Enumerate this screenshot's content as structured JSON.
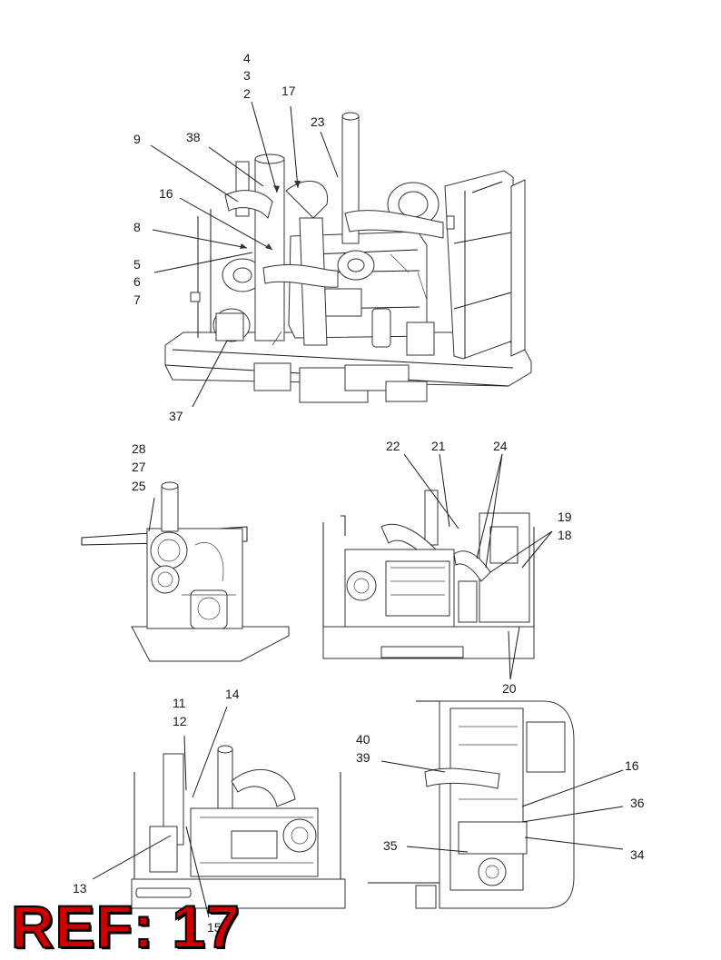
{
  "reference": {
    "text": "REF: 17",
    "color": "#cc0000"
  },
  "callouts": [
    {
      "id": "c4",
      "text": "4"
    },
    {
      "id": "c3",
      "text": "3"
    },
    {
      "id": "c2",
      "text": "2"
    },
    {
      "id": "c17",
      "text": "17"
    },
    {
      "id": "c23",
      "text": "23"
    },
    {
      "id": "c9",
      "text": "9"
    },
    {
      "id": "c38",
      "text": "38"
    },
    {
      "id": "c16a",
      "text": "16"
    },
    {
      "id": "c8",
      "text": "8"
    },
    {
      "id": "c5",
      "text": "5"
    },
    {
      "id": "c6",
      "text": "6"
    },
    {
      "id": "c7",
      "text": "7"
    },
    {
      "id": "c37",
      "text": "37"
    },
    {
      "id": "c28",
      "text": "28"
    },
    {
      "id": "c27",
      "text": "27"
    },
    {
      "id": "c25",
      "text": "25"
    },
    {
      "id": "c22",
      "text": "22"
    },
    {
      "id": "c21",
      "text": "21"
    },
    {
      "id": "c24",
      "text": "24"
    },
    {
      "id": "c19",
      "text": "19"
    },
    {
      "id": "c18",
      "text": "18"
    },
    {
      "id": "c20",
      "text": "20"
    },
    {
      "id": "c11",
      "text": "11"
    },
    {
      "id": "c12",
      "text": "12"
    },
    {
      "id": "c14",
      "text": "14"
    },
    {
      "id": "c40",
      "text": "40"
    },
    {
      "id": "c39",
      "text": "39"
    },
    {
      "id": "c16b",
      "text": "16"
    },
    {
      "id": "c36",
      "text": "36"
    },
    {
      "id": "c35",
      "text": "35"
    },
    {
      "id": "c34",
      "text": "34"
    },
    {
      "id": "c13",
      "text": "13"
    },
    {
      "id": "c15",
      "text": "15"
    }
  ]
}
